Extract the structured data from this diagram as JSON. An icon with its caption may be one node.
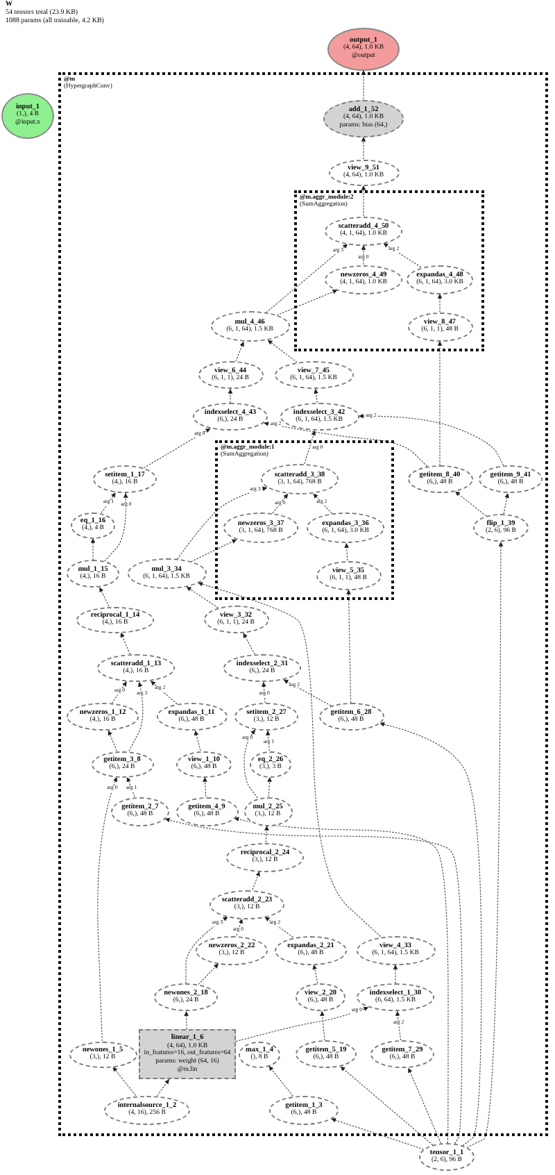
{
  "diagram": {
    "title": "W",
    "labels": [
      "54 tensors total (23.9 KB)",
      "1088 params (all trainable, 4.2 KB)"
    ],
    "nodes": [
      {
        "text": [
          "output_1",
          "(4, 64), 1.0 KB",
          "@output"
        ]
      },
      {
        "text": [
          "input_1",
          "(1,), 4 B",
          "@input.x"
        ]
      },
      {
        "text": [
          "@m",
          "(HypergraphConv)"
        ]
      },
      {
        "text": [
          "add_1_52",
          "(4, 64), 1.0 KB",
          "params: bias (64,)"
        ],
        "in": 2
      },
      {
        "text": [
          "view_9_51",
          "(4, 64), 1.0 KB"
        ],
        "in": 2
      },
      {
        "text": [
          "@m.aggr_module:2",
          "(SumAggregation)"
        ],
        "in": 2
      },
      {
        "text": [
          "scatteradd_4_50",
          "(4, 1, 64), 1.0 KB"
        ],
        "in": 5
      },
      {
        "text": [
          "newzeros_4_49",
          "(4, 1, 64), 1.0 KB"
        ],
        "in": 5
      },
      {
        "text": [
          "expandas_4_48",
          "(6, 1, 64), 3.0 KB"
        ],
        "in": 5
      },
      {
        "text": [
          "view_8_47",
          "(6, 1, 1), 48 B"
        ],
        "in": 5
      },
      {
        "text": [
          "mul_4_46",
          "(6, 1, 64), 1.5 KB"
        ],
        "in": 2
      },
      {
        "text": [
          "view_6_44",
          "(6, 1, 1), 24 B"
        ],
        "in": 2
      },
      {
        "text": [
          "view_7_45",
          "(6, 1, 64), 1.5 KB"
        ],
        "in": 2
      },
      {
        "text": [
          "indexselect_4_43",
          "(6,), 24 B"
        ],
        "in": 2
      },
      {
        "text": [
          "indexselect_3_42",
          "(6, 1, 64), 1.5 KB"
        ],
        "in": 2
      },
      {
        "text": [
          "@m.aggr_module:1",
          "(SumAggregation)"
        ],
        "in": 2
      },
      {
        "text": [
          "scatteradd_3_38",
          "(3, 1, 64), 768 B"
        ],
        "in": 15
      },
      {
        "text": [
          "newzeros_3_37",
          "(3, 1, 64), 768 B"
        ],
        "in": 15
      },
      {
        "text": [
          "expandas_3_36",
          "(6, 1, 64), 3.0 KB"
        ],
        "in": 15
      },
      {
        "text": [
          "view_5_35",
          "(6, 1, 1), 48 B"
        ],
        "in": 15
      },
      {
        "text": [
          "setitem_1_17",
          "(4,), 16 B"
        ],
        "in": 2
      },
      {
        "text": [
          "getitem_8_40",
          "(6,), 48 B"
        ],
        "in": 2
      },
      {
        "text": [
          "getitem_9_41",
          "(6,), 48 B"
        ],
        "in": 2
      },
      {
        "text": [
          "eq_1_16",
          "(4,), 4 B"
        ],
        "in": 2
      },
      {
        "text": [
          "flip_1_39",
          "(2, 6), 96 B"
        ],
        "in": 2
      },
      {
        "text": [
          "mul_1_15",
          "(4,), 16 B"
        ],
        "in": 2
      },
      {
        "text": [
          "mul_3_34",
          "(6, 1, 64), 1.5 KB"
        ],
        "in": 2
      },
      {
        "text": [
          "reciprocal_1_14",
          "(4,), 16 B"
        ],
        "in": 2
      },
      {
        "text": [
          "view_3_32",
          "(6, 1, 1), 24 B"
        ],
        "in": 2
      },
      {
        "text": [
          "scatteradd_1_13",
          "(4,), 16 B"
        ],
        "in": 2
      },
      {
        "text": [
          "indexselect_2_31",
          "(6,), 24 B"
        ],
        "in": 2
      },
      {
        "text": [
          "newzeros_1_12",
          "(4,), 16 B"
        ],
        "in": 2
      },
      {
        "text": [
          "expandas_1_11",
          "(6,), 48 B"
        ],
        "in": 2
      },
      {
        "text": [
          "setitem_2_27",
          "(3,), 12 B"
        ],
        "in": 2
      },
      {
        "text": [
          "getitem_6_28",
          "(6,), 48 B"
        ],
        "in": 2
      },
      {
        "text": [
          "getitem_3_8",
          "(6,), 24 B"
        ],
        "in": 2
      },
      {
        "text": [
          "view_1_10",
          "(6,), 48 B"
        ],
        "in": 2
      },
      {
        "text": [
          "eq_2_26",
          "(3,), 3 B"
        ],
        "in": 2
      },
      {
        "text": [
          "getitem_2_7",
          "(6,), 48 B"
        ],
        "in": 2
      },
      {
        "text": [
          "getitem_4_9",
          "(6,), 48 B"
        ],
        "in": 2
      },
      {
        "text": [
          "mul_2_25",
          "(3,), 12 B"
        ],
        "in": 2
      },
      {
        "text": [
          "reciprocal_2_24",
          "(3,), 12 B"
        ],
        "in": 2
      },
      {
        "text": [
          "scatteradd_2_23",
          "(3,), 12 B"
        ],
        "in": 2
      },
      {
        "text": [
          "newzeros_2_22",
          "(3,), 12 B"
        ],
        "in": 2
      },
      {
        "text": [
          "expandas_2_21",
          "(6,), 48 B"
        ],
        "in": 2
      },
      {
        "text": [
          "view_4_33",
          "(6, 1, 64), 1.5 KB"
        ],
        "in": 2
      },
      {
        "text": [
          "newones_2_18",
          "(6,), 24 B"
        ],
        "in": 2
      },
      {
        "text": [
          "view_2_20",
          "(6,), 48 B"
        ],
        "in": 2
      },
      {
        "text": [
          "indexselect_1_30",
          "(6, 64), 1.5 KB"
        ],
        "in": 2
      },
      {
        "text": [
          "newones_1_5",
          "(3,), 12 B"
        ],
        "in": 2
      },
      {
        "text": [
          "linear_1_6",
          "(4, 64), 1.0 KB",
          "in_features=16, out_features=64",
          "params: weight (64, 16)",
          "@m.lin"
        ],
        "in": 2
      },
      {
        "text": [
          "max_1_4",
          "(), 8 B"
        ],
        "in": 2
      },
      {
        "text": [
          "getitem_5_19",
          "(6,), 48 B"
        ],
        "in": 2
      },
      {
        "text": [
          "getitem_7_29",
          "(6,), 48 B"
        ],
        "in": 2
      },
      {
        "text": [
          "internalsource_1_2",
          "(4, 16), 256 B"
        ],
        "in": 2
      },
      {
        "text": [
          "getitem_1_3",
          "(6,), 48 B"
        ],
        "in": 2
      },
      {
        "text": [
          "tensor_1_1",
          "(2, 6), 96 B"
        ]
      }
    ],
    "edges": [
      {
        "from": 3,
        "to": 0,
        "arrow": "to"
      },
      {
        "from": 4,
        "to": 3,
        "arrow": "to"
      },
      {
        "from": 6,
        "to": 4,
        "arrow": "to"
      },
      {
        "from": 10,
        "to": 6,
        "arrow": "to",
        "label": "arg 3"
      },
      {
        "from": 7,
        "to": 6,
        "arrow": "to",
        "label": "arg 0"
      },
      {
        "from": 8,
        "to": 6,
        "arrow": "to",
        "label": "arg 2"
      },
      {
        "from": 10,
        "to": 7,
        "arrow": "to"
      },
      {
        "from": 9,
        "to": 8,
        "arrow": "to"
      },
      {
        "from": 21,
        "to": 9,
        "arrow": "to"
      },
      {
        "from": 11,
        "to": 10,
        "arrow": "to"
      },
      {
        "from": 12,
        "to": 10,
        "arrow": "to"
      },
      {
        "from": 13,
        "to": 11,
        "arrow": "to"
      },
      {
        "from": 14,
        "to": 12,
        "arrow": "to"
      },
      {
        "from": 20,
        "to": 13,
        "arrow": "to",
        "label": "arg 0"
      },
      {
        "from": 21,
        "to": 13,
        "arrow": "to",
        "label": "arg 2"
      },
      {
        "from": 16,
        "to": 14,
        "arrow": "to",
        "label": "arg 0"
      },
      {
        "from": 22,
        "to": 14,
        "arrow": "to",
        "label": "arg 2"
      },
      {
        "from": 24,
        "to": 21,
        "arrow": "to"
      },
      {
        "from": 24,
        "to": 22,
        "arrow": "to"
      },
      {
        "from": 56,
        "to": 24,
        "arrow": "to"
      },
      {
        "from": 23,
        "to": 20,
        "arrow": "to",
        "label": "arg 1"
      },
      {
        "from": 25,
        "to": 20,
        "arrow": "to",
        "label": "arg 0"
      },
      {
        "from": 25,
        "to": 23,
        "arrow": "to"
      },
      {
        "from": 27,
        "to": 25,
        "arrow": "to"
      },
      {
        "from": 26,
        "to": 16,
        "arrow": "to",
        "label": "arg 3"
      },
      {
        "from": 17,
        "to": 16,
        "arrow": "to",
        "label": "arg 0"
      },
      {
        "from": 18,
        "to": 16,
        "arrow": "to",
        "label": "arg 2"
      },
      {
        "from": 26,
        "to": 17,
        "arrow": "to"
      },
      {
        "from": 19,
        "to": 18,
        "arrow": "to"
      },
      {
        "from": 34,
        "to": 19,
        "arrow": "to"
      },
      {
        "from": 28,
        "to": 26,
        "arrow": "to"
      },
      {
        "from": 45,
        "to": 26,
        "arrow": "to"
      },
      {
        "from": 30,
        "to": 28,
        "arrow": "to"
      },
      {
        "from": 33,
        "to": 30,
        "arrow": "to",
        "label": "arg 0"
      },
      {
        "from": 34,
        "to": 30,
        "arrow": "to",
        "label": "arg 2"
      },
      {
        "from": 29,
        "to": 27,
        "arrow": "to"
      },
      {
        "from": 31,
        "to": 29,
        "arrow": "to",
        "label": "arg 0"
      },
      {
        "from": 35,
        "to": 29,
        "arrow": "to",
        "label": "arg 3"
      },
      {
        "from": 32,
        "to": 29,
        "arrow": "to",
        "label": "arg 2"
      },
      {
        "from": 35,
        "to": 31,
        "arrow": "to"
      },
      {
        "from": 36,
        "to": 32,
        "arrow": "to"
      },
      {
        "from": 39,
        "to": 36,
        "arrow": "to"
      },
      {
        "from": 49,
        "to": 35,
        "arrow": "to",
        "label": "arg 0"
      },
      {
        "from": 38,
        "to": 35,
        "arrow": "to",
        "label": "arg 1"
      },
      {
        "from": 37,
        "to": 33,
        "arrow": "to",
        "label": "arg 1"
      },
      {
        "from": 40,
        "to": 33,
        "arrow": "to",
        "label": "arg 0"
      },
      {
        "from": 40,
        "to": 37,
        "arrow": "to"
      },
      {
        "from": 41,
        "to": 40,
        "arrow": "to"
      },
      {
        "from": 42,
        "to": 41,
        "arrow": "to"
      },
      {
        "from": 46,
        "to": 42,
        "arrow": "to",
        "label": "arg 3"
      },
      {
        "from": 43,
        "to": 42,
        "arrow": "to",
        "label": "arg 0"
      },
      {
        "from": 44,
        "to": 42,
        "arrow": "to",
        "label": "arg 2"
      },
      {
        "from": 46,
        "to": 43,
        "arrow": "to"
      },
      {
        "from": 47,
        "to": 44,
        "arrow": "to"
      },
      {
        "from": 52,
        "to": 47,
        "arrow": "to"
      },
      {
        "from": 48,
        "to": 45,
        "arrow": "to"
      },
      {
        "from": 50,
        "to": 48,
        "arrow": "to",
        "label": "arg 0"
      },
      {
        "from": 53,
        "to": 48,
        "arrow": "to",
        "label": "arg 2"
      },
      {
        "from": 50,
        "to": 46,
        "arrow": "to"
      },
      {
        "from": 54,
        "to": 50,
        "arrow": "to"
      },
      {
        "from": 54,
        "to": 49,
        "arrow": "to"
      },
      {
        "from": 55,
        "to": 51,
        "arrow": "to"
      },
      {
        "from": 56,
        "to": 55,
        "arrow": "to"
      },
      {
        "from": 56,
        "to": 52,
        "arrow": "to"
      },
      {
        "from": 56,
        "to": 53,
        "arrow": "to"
      },
      {
        "from": 56,
        "to": 38,
        "arrow": "to"
      },
      {
        "from": 56,
        "to": 39,
        "arrow": "to"
      },
      {
        "from": 56,
        "to": 34,
        "arrow": "to"
      }
    ]
  }
}
